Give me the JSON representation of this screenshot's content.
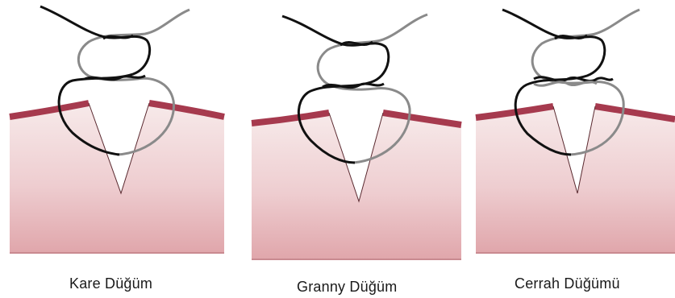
{
  "figure": {
    "panels": [
      {
        "caption": "Kare Düğüm"
      },
      {
        "caption": "Granny Düğüm"
      },
      {
        "caption": "Cerrah Düğümü"
      }
    ],
    "colors": {
      "skin_top": "#f6e6e6",
      "skin_bottom": "#e2a9ad",
      "skin_edge": "#a63a4e",
      "suture_dark": "#111111",
      "suture_light": "#8a8a8a"
    }
  }
}
